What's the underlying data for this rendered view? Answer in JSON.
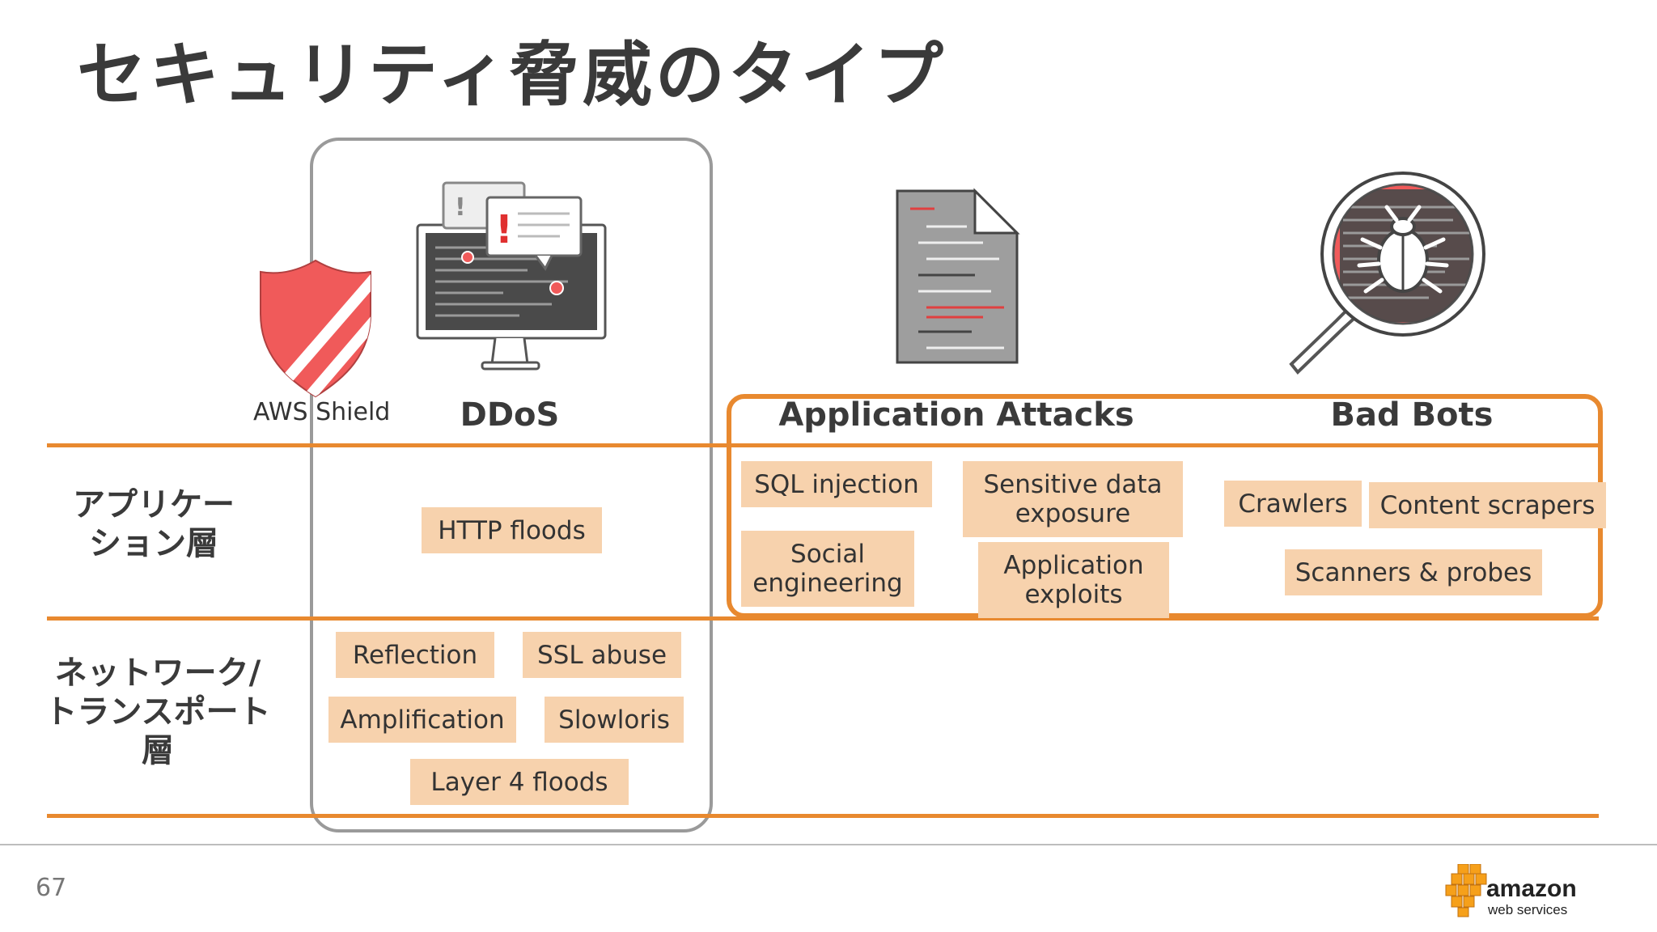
{
  "title": "セキュリティ脅威のタイプ",
  "rows": {
    "application": "アプリケー\nション層",
    "network": "ネットワーク/\nトランスポート\n層"
  },
  "columns": {
    "shield": "AWS Shield",
    "ddos": "DDoS",
    "app_attacks": "Application Attacks",
    "bad_bots": "Bad Bots"
  },
  "tags": {
    "http_floods": "HTTP floods",
    "reflection": "Reflection",
    "ssl_abuse": "SSL abuse",
    "amplification": "Amplification",
    "slowloris": "Slowloris",
    "layer4_floods": "Layer 4 floods",
    "sql_injection": "SQL injection",
    "sensitive_data": "Sensitive data\nexposure",
    "social_engineering": "Social\nengineering",
    "app_exploits": "Application\nexploits",
    "crawlers": "Crawlers",
    "content_scrapers": "Content scrapers",
    "scanners": "Scanners & probes"
  },
  "page_number": "67",
  "logo": {
    "brand": "amazon",
    "sub": "web services"
  },
  "colors": {
    "accent": "#e8892f",
    "tag_bg": "#f7d2ad",
    "shield_red": "#f05a5a",
    "box_gray": "#9a9a9a"
  }
}
